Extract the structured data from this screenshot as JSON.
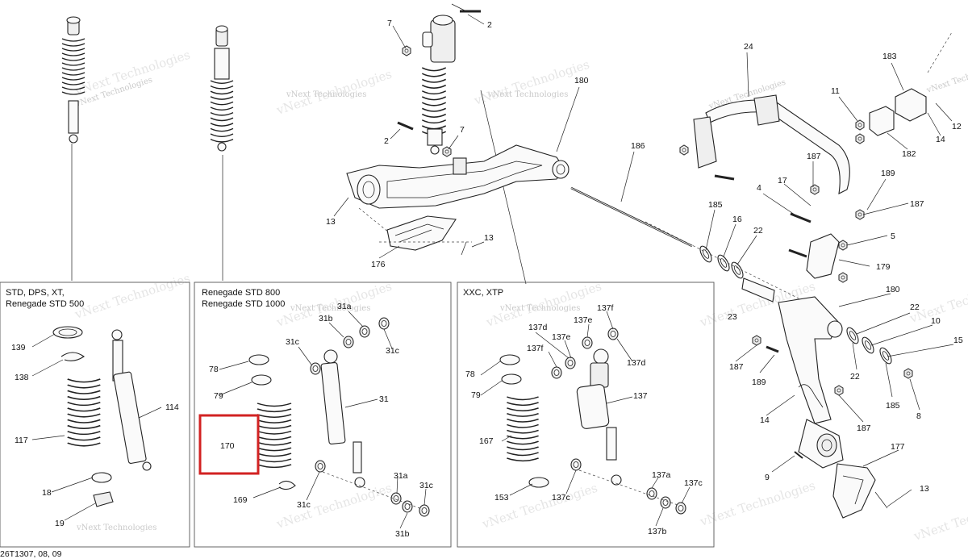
{
  "diagram_code": "26T1307, 08, 09",
  "watermark": "vNext Technologies",
  "panels": {
    "std": {
      "line1": "STD, DPS, XT,",
      "line2": "Renegade STD 500"
    },
    "renegade": {
      "line1": "Renegade STD 800",
      "line2": "Renegade STD 1000"
    },
    "xxc": {
      "line1": "XXC, XTP"
    }
  },
  "highlight_label": "170",
  "callouts": {
    "c7a": "7",
    "c2a": "2",
    "c2b": "2",
    "c7b": "7",
    "c180a": "180",
    "c186": "186",
    "c13a": "13",
    "c13b": "13",
    "c176": "176",
    "c24": "24",
    "c183": "183",
    "c11": "11",
    "c12": "12",
    "c14a": "14",
    "c182": "182",
    "c187a": "187",
    "c189a": "189",
    "c187b": "187",
    "c17": "17",
    "c4": "4",
    "c185a": "185",
    "c16": "16",
    "c22a": "22",
    "c5": "5",
    "c179": "179",
    "c23": "23",
    "c180b": "180",
    "c22b": "22",
    "c10": "10",
    "c15": "15",
    "c187c": "187",
    "c189b": "189",
    "c22c": "22",
    "c185b": "185",
    "c8": "8",
    "c14b": "14",
    "c187d": "187",
    "c177": "177",
    "c9": "9",
    "c13c": "13",
    "c139": "139",
    "c138": "138",
    "c117": "117",
    "c114": "114",
    "c18": "18",
    "c19": "19",
    "c78a": "78",
    "c79a": "79",
    "c169": "169",
    "c31a1": "31a",
    "c31b1": "31b",
    "c31c1": "31c",
    "c31c2": "31c",
    "c31": "31",
    "c31c3": "31c",
    "c31a2": "31a",
    "c31c4": "31c",
    "c31b2": "31b",
    "c78b": "78",
    "c79b": "79",
    "c167": "167",
    "c153": "153",
    "c137f1": "137f",
    "c137d1": "137d",
    "c137e1": "137e",
    "c137e2": "137e",
    "c137f2": "137f",
    "c137d2": "137d",
    "c137": "137",
    "c137c1": "137c",
    "c137a": "137a",
    "c137c2": "137c",
    "c137b": "137b"
  }
}
